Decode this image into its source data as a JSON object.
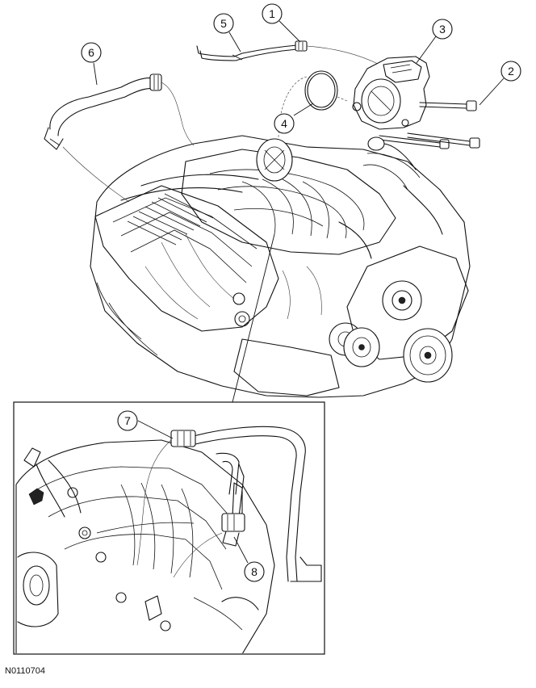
{
  "figure_id": "N0110704",
  "callouts": [
    {
      "label": "1"
    },
    {
      "label": "2"
    },
    {
      "label": "3"
    },
    {
      "label": "4"
    },
    {
      "label": "5"
    },
    {
      "label": "6"
    },
    {
      "label": "7"
    },
    {
      "label": "8"
    }
  ],
  "colors": {
    "line": "#111111",
    "background": "#ffffff"
  }
}
